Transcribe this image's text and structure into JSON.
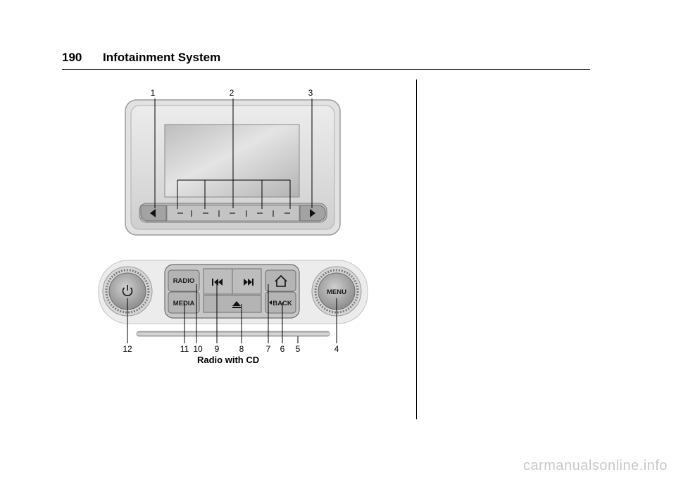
{
  "header": {
    "page_number": "190",
    "section_title": "Infotainment System"
  },
  "figure": {
    "caption": "Radio with CD",
    "callouts": [
      "1",
      "2",
      "3",
      "4",
      "5",
      "6",
      "7",
      "8",
      "9",
      "10",
      "11",
      "12"
    ],
    "buttons": {
      "radio": "RADIO",
      "media": "MEDIA",
      "back": "BACK",
      "menu": "MENU"
    }
  },
  "footer": {
    "watermark": "carmanualsonline.info"
  }
}
